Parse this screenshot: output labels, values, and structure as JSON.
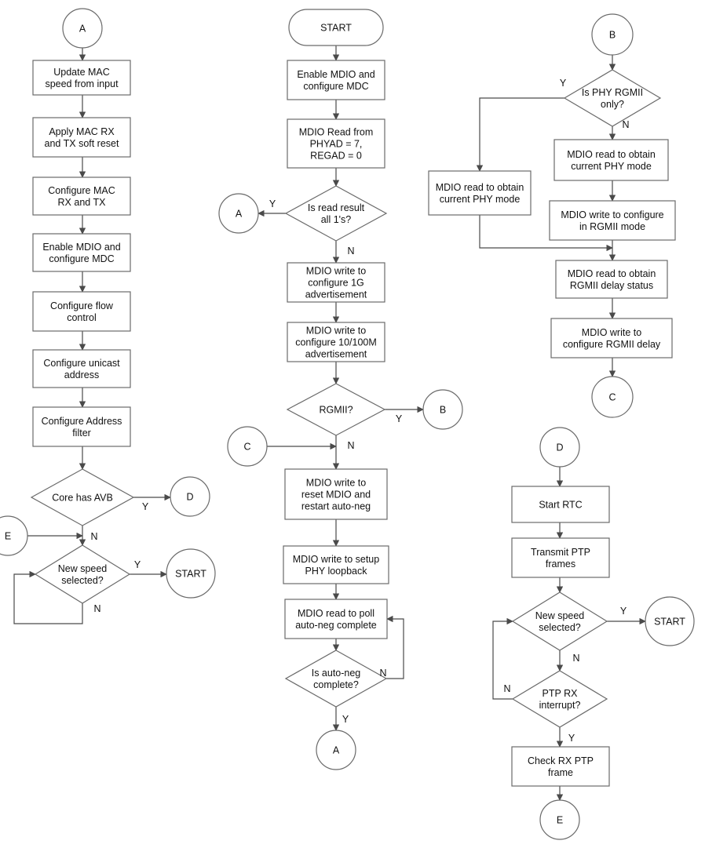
{
  "nodes": {
    "a_conn_top": "A",
    "update_mac": [
      "Update MAC",
      "speed from input"
    ],
    "apply_reset": [
      "Apply MAC RX",
      "and TX soft reset"
    ],
    "config_mac": [
      "Configure MAC",
      "RX and TX"
    ],
    "enable_mdio_left": [
      "Enable MDIO and",
      "configure MDC"
    ],
    "config_flow": [
      "Configure flow",
      "control"
    ],
    "config_unicast": [
      "Configure unicast",
      "address"
    ],
    "config_filter": [
      "Configure Address",
      "filter"
    ],
    "core_avb": "Core has AVB",
    "d_conn_left": "D",
    "e_conn_left": "E",
    "new_speed_left": [
      "New speed",
      "selected?"
    ],
    "start_conn_left": "START",
    "start_term": "START",
    "enable_mdio_mid": [
      "Enable MDIO and",
      "configure MDC"
    ],
    "mdio_read_phyad": [
      "MDIO Read from",
      "PHYAD = 7,",
      "REGAD = 0"
    ],
    "read_all_ones": [
      "Is read result",
      "all 1's?"
    ],
    "a_conn_mid_left": "A",
    "write_1g": [
      "MDIO write to",
      "configure 1G",
      "advertisement"
    ],
    "write_10_100": [
      "MDIO write to",
      "configure 10/100M",
      "advertisement"
    ],
    "rgmii_q": "RGMII?",
    "b_conn_mid": "B",
    "c_conn_mid": "C",
    "reset_mdio": [
      "MDIO write to",
      "reset MDIO and",
      "restart auto-neg"
    ],
    "setup_loopback": [
      "MDIO write to setup",
      "PHY loopback"
    ],
    "poll_autoneg": [
      "MDIO read to poll",
      "auto-neg complete"
    ],
    "autoneg_q": [
      "Is auto-neg",
      "complete?"
    ],
    "a_conn_bottom": "A",
    "b_conn_top": "B",
    "phy_rgmii_only": [
      "Is PHY RGMII",
      "only?"
    ],
    "read_phy_mode_left": [
      "MDIO read to obtain",
      "current PHY mode"
    ],
    "read_phy_mode_right": [
      "MDIO read to obtain",
      "current PHY mode"
    ],
    "write_rgmii_mode": [
      "MDIO write to configure",
      "in RGMII mode"
    ],
    "read_delay_status": [
      "MDIO read to obtain",
      "RGMII delay status"
    ],
    "write_rgmii_delay": [
      "MDIO write to",
      "configure RGMII delay"
    ],
    "c_conn_right": "C",
    "d_conn_top": "D",
    "start_rtc": "Start RTC",
    "transmit_ptp": [
      "Transmit PTP",
      "frames"
    ],
    "new_speed_right": [
      "New speed",
      "selected?"
    ],
    "start_conn_right": "START",
    "ptp_rx_q": [
      "PTP RX",
      "interrupt?"
    ],
    "check_ptp": [
      "Check RX PTP",
      "frame"
    ],
    "e_conn_bottom": "E"
  },
  "edge_labels": {
    "avb_yes": "Y",
    "avb_no": "N",
    "speed_left_yes": "Y",
    "speed_left_no": "N",
    "all_ones_yes": "Y",
    "all_ones_no": "N",
    "rgmii_yes": "Y",
    "rgmii_no": "N",
    "autoneg_no": "N",
    "autoneg_yes": "Y",
    "phy_only_yes": "Y",
    "phy_only_no": "N",
    "speed_right_yes": "Y",
    "speed_right_no": "N",
    "ptp_no": "N",
    "ptp_yes": "Y"
  }
}
